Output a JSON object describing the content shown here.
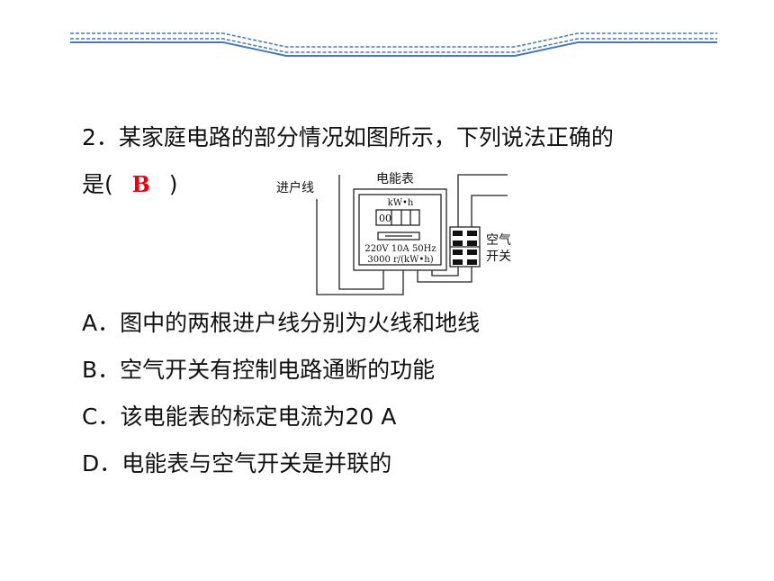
{
  "question": {
    "line1": "2．某家庭电路的部分情况如图所示，下列说法正确的",
    "line2_prefix": "是(",
    "answer": "B",
    "line2_suffix": ")"
  },
  "figure": {
    "incoming_label": "进户线",
    "meter_title": "电能表",
    "meter_unit": "kW•h",
    "meter_digits": "00",
    "meter_spec1": "220V 10A 50Hz",
    "meter_spec2": "3000 r/(kW•h)",
    "switch_label_1": "空气",
    "switch_label_2": "开关"
  },
  "options": [
    {
      "text": "A．图中的两根进户线分别为火线和地线"
    },
    {
      "text": "B．空气开关有控制电路通断的功能"
    },
    {
      "text": "C．该电能表的标定电流为20 A"
    },
    {
      "text": "D．电能表与空气开关是并联的"
    }
  ],
  "colors": {
    "header_line": "#4a78b8",
    "answer": "#e60012"
  }
}
